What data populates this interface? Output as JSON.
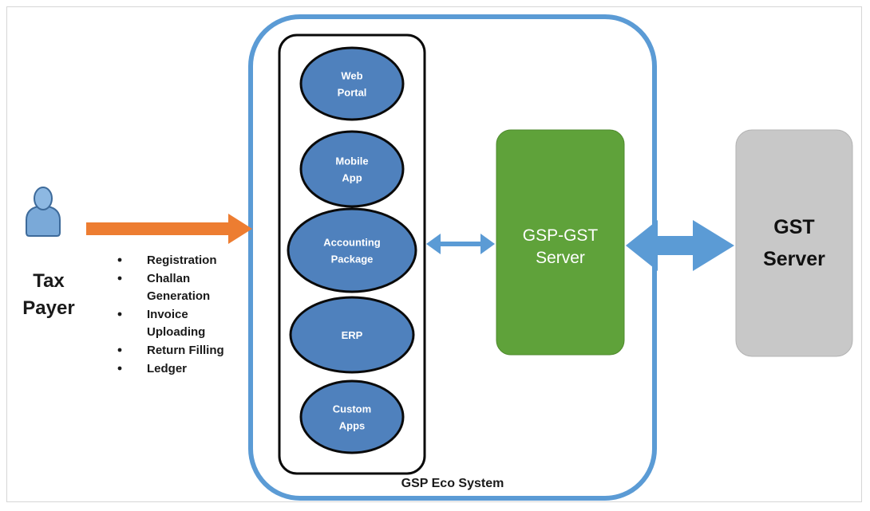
{
  "tax_payer": {
    "line1": "Tax",
    "line2": "Payer"
  },
  "services": [
    [
      "Registration"
    ],
    [
      "Challan",
      "Generation"
    ],
    [
      "Invoice",
      "Uploading"
    ],
    [
      "Return Filling"
    ],
    [
      "Ledger"
    ]
  ],
  "eco_system_label": "GSP Eco System",
  "apps": [
    [
      "Web",
      "Portal"
    ],
    [
      "Mobile",
      "App"
    ],
    [
      "Accounting",
      "Package"
    ],
    [
      "ERP"
    ],
    [
      "Custom",
      "Apps"
    ]
  ],
  "gsp_server": [
    "GSP-GST",
    "Server"
  ],
  "gst_server": [
    "GST",
    "Server"
  ],
  "colors": {
    "app_fill": "#4f81bd",
    "app_stroke": "#0a0a0a",
    "eco_border": "#5b9bd5",
    "gsp_fill": "#5fa23a",
    "gst_fill": "#c8c8c8",
    "arrow_orange": "#ed7d31",
    "arrow_blue": "#5b9bd5",
    "person": "#7aa9d8"
  }
}
